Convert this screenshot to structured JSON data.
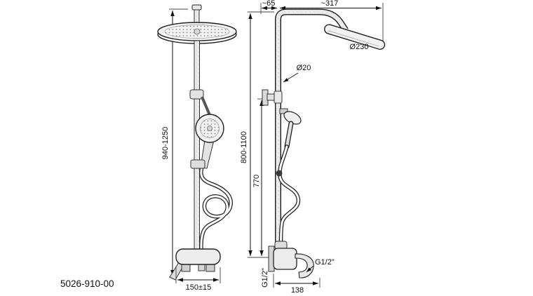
{
  "colors": {
    "ink": "#111111",
    "background": "#ffffff"
  },
  "product_code": "5026-910-00",
  "front_view": {
    "height_range": "940-1250",
    "base_width": "150±15"
  },
  "side_view": {
    "wall_offset": "~65",
    "arm_reach": "~317",
    "head_diameter": "Ø230",
    "pipe_diameter": "Ø20",
    "height_range": "800-1100",
    "lower_height": "770",
    "inlet_thread": "G1/2\"",
    "outlet_thread": "G1/2\"",
    "base_depth": "138"
  }
}
